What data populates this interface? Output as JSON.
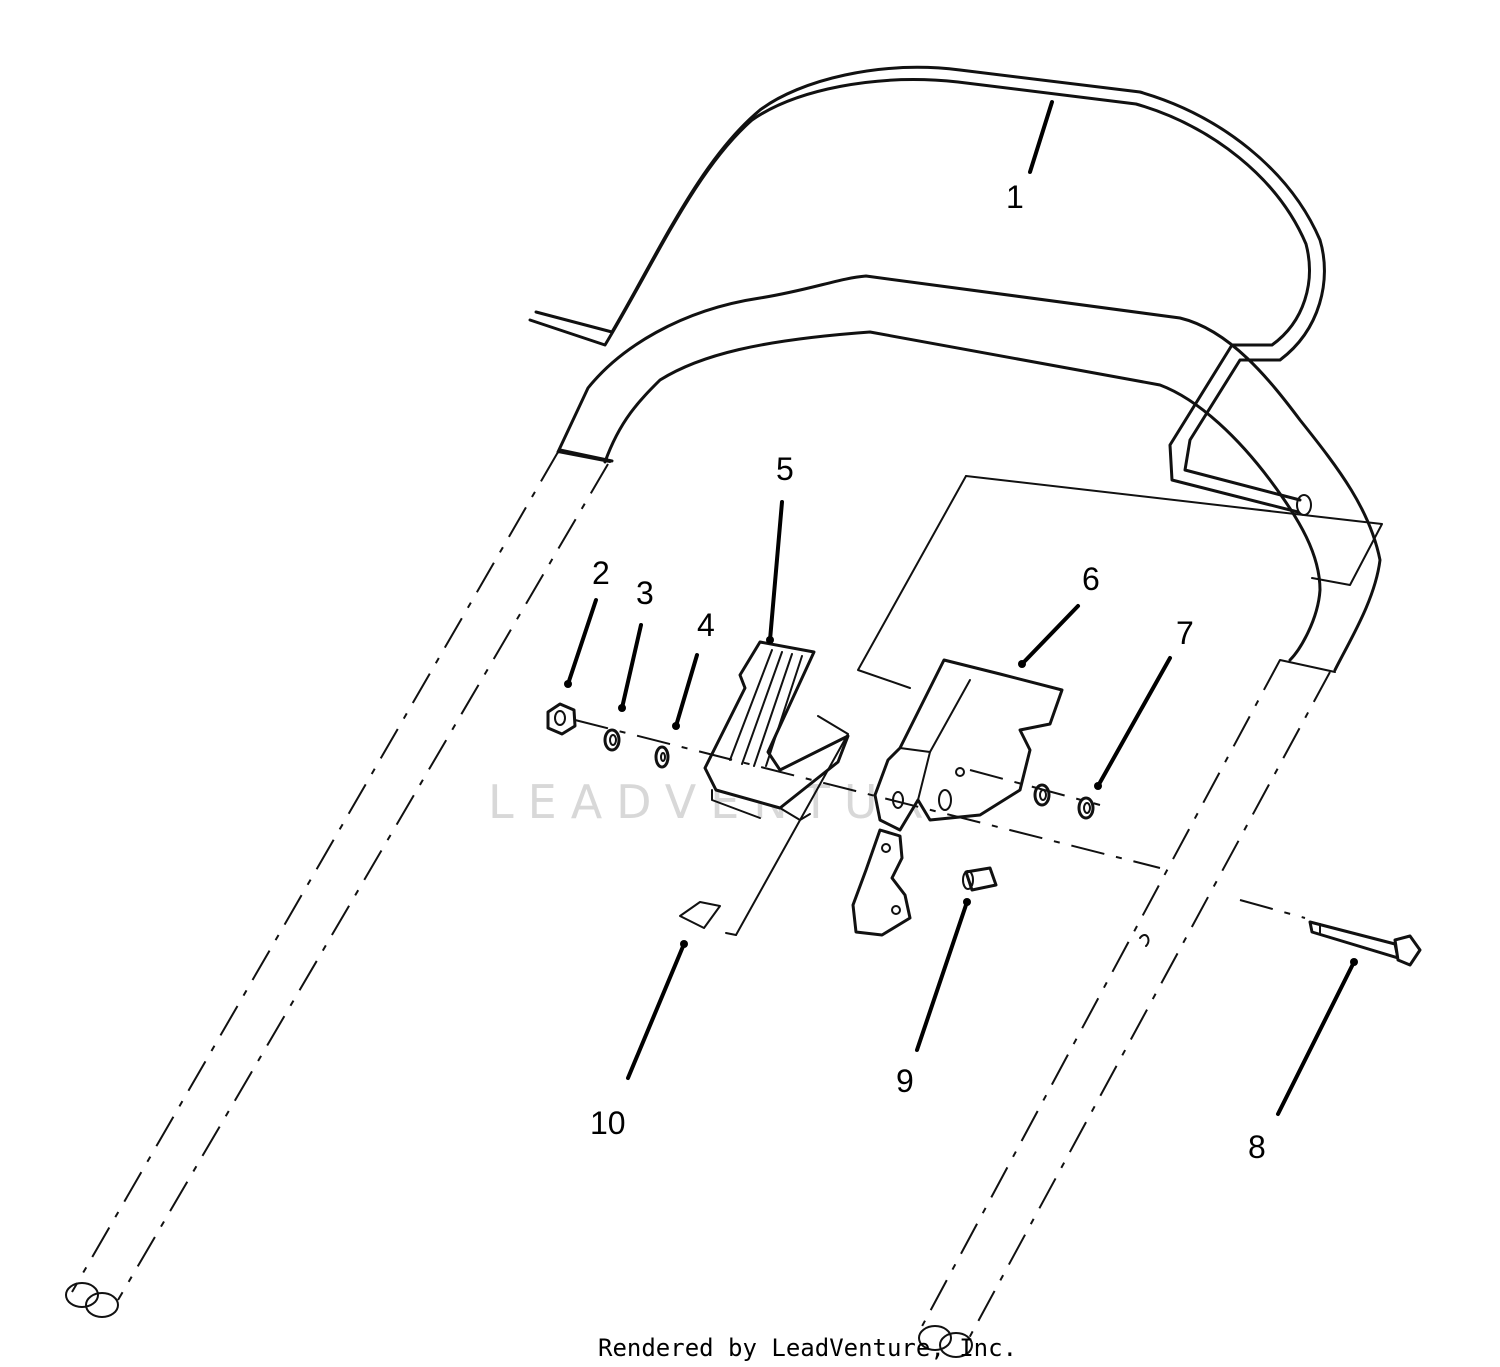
{
  "watermark": {
    "text": "LEADVENTURE"
  },
  "footer": {
    "credit": "Rendered by LeadVenture, Inc."
  },
  "callouts": [
    "1",
    "2",
    "3",
    "4",
    "5",
    "6",
    "7",
    "8",
    "9",
    "10"
  ]
}
